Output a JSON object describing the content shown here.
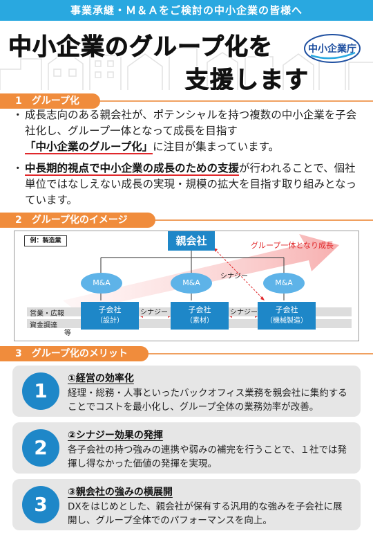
{
  "banner": "事業承継・Ｍ＆Ａをご検討の中小企業の皆様へ",
  "title": {
    "line1": "中小企業のグループ化を",
    "line2": "支援します"
  },
  "logo": {
    "text": "中小企業庁"
  },
  "sections": [
    {
      "label": "1　グループ化"
    },
    {
      "label": "2　グループ化のイメージ"
    },
    {
      "label": "3　グループ化のメリット"
    }
  ],
  "bullets": {
    "b1_pre": "成長志向のある親会社が、ポテンシャルを持つ複数の中小企業を子会社化し、グループ一体となって成長を目指す",
    "b1_highlight": "「中小企業のグループ化」",
    "b1_post": "に注目が集まっています。",
    "b2_highlight": "中長期的視点で中小企業の成長のための支援",
    "b2_post": "が行われることで、個社単位ではなしえない成長の実現・規模の拡大を目指す取り組みとなっています。"
  },
  "diagram": {
    "example": "例：製造業",
    "parent": "親会社",
    "growth": "グループ一体となり成長",
    "synergy": "シナジー",
    "ma": "M&A",
    "child_title": "子会社",
    "children": [
      {
        "name": "（設計）"
      },
      {
        "name": "（素材）"
      },
      {
        "name": "（機械製造）"
      }
    ],
    "stripe1": "営業・広報",
    "stripe2": "資金調達",
    "stripe_etc": "等"
  },
  "merits": [
    {
      "num": "1",
      "title": "①経営の効率化",
      "body": "経理・総務・人事といったバックオフィス業務を親会社に集約することでコストを最小化し、グループ全体の業務効率が改善。"
    },
    {
      "num": "2",
      "title": "②シナジー効果の発揮",
      "body": "各子会社の持つ強みの連携や弱みの補完を行うことで、１社では発揮し得なかった価値の発揮を実現。"
    },
    {
      "num": "3",
      "title": "③親会社の強みの横展開",
      "body": "DXをはじめとした、親会社が保有する汎用的な強みを子会社に展開し、グループ全体でのパフォーマンスを向上。"
    }
  ],
  "colors": {
    "accent_blue": "#29a8e0",
    "box_blue": "#1e87c8",
    "orange": "#f08c3c",
    "red": "#e0282b"
  }
}
